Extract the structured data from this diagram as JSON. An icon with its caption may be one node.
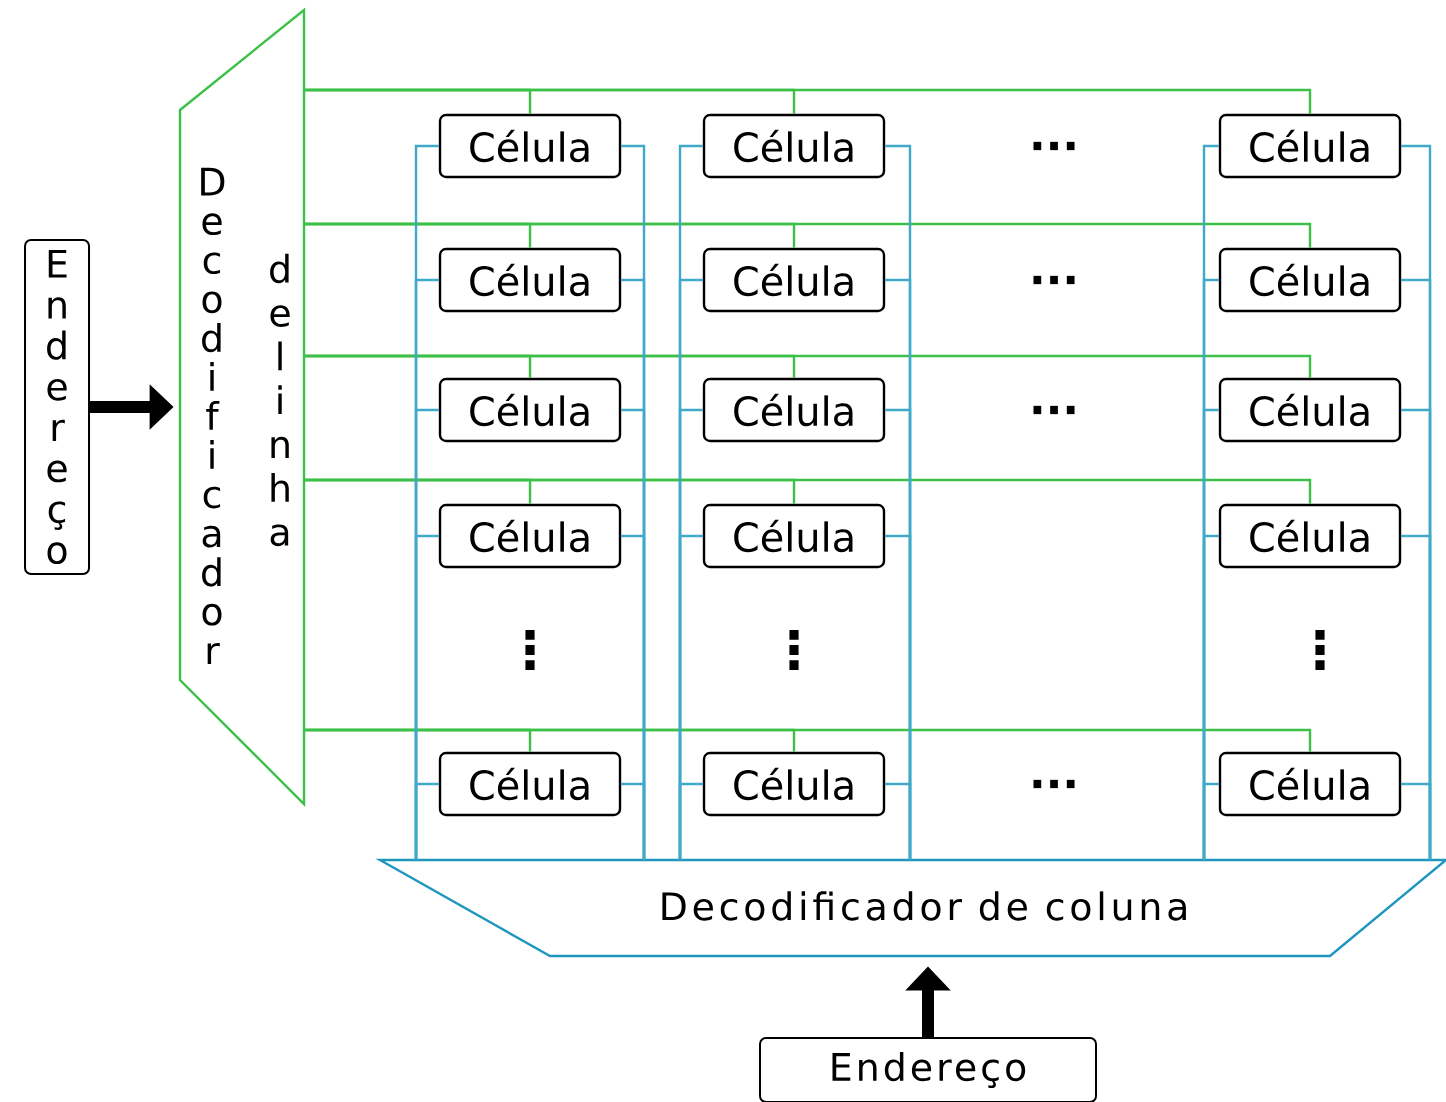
{
  "diagram": {
    "nodes": [
      {
        "text": [
          "Endereço"
        ]
      },
      {
        "text": [
          "Decodificador",
          "de linha"
        ]
      },
      {
        "text": [
          "Célula"
        ]
      },
      {
        "text": [
          "Célula"
        ]
      },
      {
        "text": [
          "Célula"
        ]
      },
      {
        "text": [
          "Célula"
        ]
      },
      {
        "text": [
          "Célula"
        ]
      },
      {
        "text": [
          "Célula"
        ]
      },
      {
        "text": [
          "Célula"
        ]
      },
      {
        "text": [
          "Célula"
        ]
      },
      {
        "text": [
          "Célula"
        ]
      },
      {
        "text": [
          "Célula"
        ]
      },
      {
        "text": [
          "Célula"
        ]
      },
      {
        "text": [
          "Célula"
        ]
      },
      {
        "text": [
          "Célula"
        ]
      },
      {
        "text": [
          "Célula"
        ]
      },
      {
        "text": [
          "Célula"
        ]
      },
      {
        "text": [
          "Decodificador de coluna"
        ]
      },
      {
        "text": [
          "Endereço"
        ]
      }
    ],
    "edges": [
      {
        "from": 0,
        "to": 1,
        "arrow": "to",
        "style": "thick",
        "color": "#000000"
      },
      {
        "from": 18,
        "to": 17,
        "arrow": "to",
        "style": "thick",
        "color": "#000000"
      },
      {
        "from": 1,
        "to": 2,
        "arrow": "none",
        "color": "#3cc048"
      },
      {
        "from": 1,
        "to": 3,
        "arrow": "none",
        "color": "#3cc048"
      },
      {
        "from": 1,
        "to": 4,
        "arrow": "none",
        "color": "#3cc048"
      },
      {
        "from": 1,
        "to": 5,
        "arrow": "none",
        "color": "#3cc048"
      },
      {
        "from": 1,
        "to": 6,
        "arrow": "none",
        "color": "#3cc048"
      },
      {
        "from": 1,
        "to": 7,
        "arrow": "none",
        "color": "#3cc048"
      },
      {
        "from": 1,
        "to": 8,
        "arrow": "none",
        "color": "#3cc048"
      },
      {
        "from": 1,
        "to": 9,
        "arrow": "none",
        "color": "#3cc048"
      },
      {
        "from": 1,
        "to": 10,
        "arrow": "none",
        "color": "#3cc048"
      },
      {
        "from": 1,
        "to": 11,
        "arrow": "none",
        "color": "#3cc048"
      },
      {
        "from": 1,
        "to": 12,
        "arrow": "none",
        "color": "#3cc048"
      },
      {
        "from": 1,
        "to": 13,
        "arrow": "none",
        "color": "#3cc048"
      },
      {
        "from": 1,
        "to": 14,
        "arrow": "none",
        "color": "#3cc048"
      },
      {
        "from": 1,
        "to": 15,
        "arrow": "none",
        "color": "#3cc048"
      },
      {
        "from": 1,
        "to": 16,
        "arrow": "none",
        "color": "#3cc048"
      },
      {
        "from": 2,
        "to": 17,
        "arrow": "none",
        "color": "#40a8c8"
      },
      {
        "from": 2,
        "to": 17,
        "arrow": "none",
        "color": "#40a8c8"
      },
      {
        "from": 3,
        "to": 17,
        "arrow": "none",
        "color": "#40a8c8"
      },
      {
        "from": 3,
        "to": 17,
        "arrow": "none",
        "color": "#40a8c8"
      },
      {
        "from": 4,
        "to": 17,
        "arrow": "none",
        "color": "#40a8c8"
      },
      {
        "from": 4,
        "to": 17,
        "arrow": "none",
        "color": "#40a8c8"
      },
      {
        "from": 5,
        "to": 17,
        "arrow": "none",
        "color": "#40a8c8"
      },
      {
        "from": 5,
        "to": 17,
        "arrow": "none",
        "color": "#40a8c8"
      },
      {
        "from": 6,
        "to": 17,
        "arrow": "none",
        "color": "#40a8c8"
      },
      {
        "from": 6,
        "to": 17,
        "arrow": "none",
        "color": "#40a8c8"
      },
      {
        "from": 7,
        "to": 17,
        "arrow": "none",
        "color": "#40a8c8"
      },
      {
        "from": 7,
        "to": 17,
        "arrow": "none",
        "color": "#40a8c8"
      },
      {
        "from": 8,
        "to": 17,
        "arrow": "none",
        "color": "#40a8c8"
      },
      {
        "from": 8,
        "to": 17,
        "arrow": "none",
        "color": "#40a8c8"
      },
      {
        "from": 9,
        "to": 17,
        "arrow": "none",
        "color": "#40a8c8"
      },
      {
        "from": 9,
        "to": 17,
        "arrow": "none",
        "color": "#40a8c8"
      },
      {
        "from": 10,
        "to": 17,
        "arrow": "none",
        "color": "#40a8c8"
      },
      {
        "from": 10,
        "to": 17,
        "arrow": "none",
        "color": "#40a8c8"
      },
      {
        "from": 11,
        "to": 17,
        "arrow": "none",
        "color": "#40a8c8"
      },
      {
        "from": 11,
        "to": 17,
        "arrow": "none",
        "color": "#40a8c8"
      },
      {
        "from": 12,
        "to": 17,
        "arrow": "none",
        "color": "#40a8c8"
      },
      {
        "from": 12,
        "to": 17,
        "arrow": "none",
        "color": "#40a8c8"
      },
      {
        "from": 13,
        "to": 17,
        "arrow": "none",
        "color": "#40a8c8"
      },
      {
        "from": 13,
        "to": 17,
        "arrow": "none",
        "color": "#40a8c8"
      },
      {
        "from": 14,
        "to": 17,
        "arrow": "none",
        "color": "#40a8c8"
      },
      {
        "from": 14,
        "to": 17,
        "arrow": "none",
        "color": "#40a8c8"
      },
      {
        "from": 15,
        "to": 17,
        "arrow": "none",
        "color": "#40a8c8"
      },
      {
        "from": 15,
        "to": 17,
        "arrow": "none",
        "color": "#40a8c8"
      },
      {
        "from": 16,
        "to": 17,
        "arrow": "none",
        "color": "#40a8c8"
      },
      {
        "from": 16,
        "to": 17,
        "arrow": "none",
        "color": "#40a8c8"
      }
    ],
    "labels": [
      "...",
      "...",
      "...",
      "⋮",
      "⋮",
      "⋮",
      "..."
    ]
  }
}
